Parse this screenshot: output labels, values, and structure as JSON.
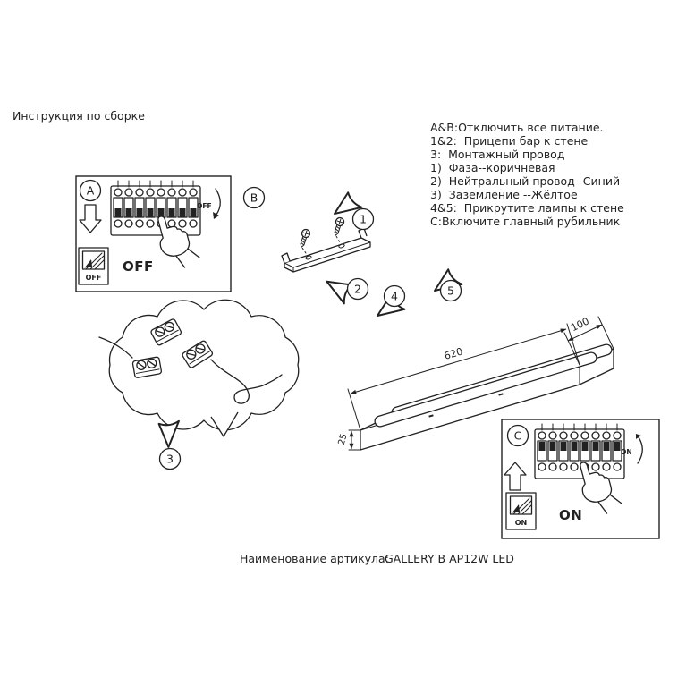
{
  "page": {
    "title": "Инструкция по сборке",
    "article_label": "Наименование артикула:",
    "article_value": "GALLERY B AP12W LED"
  },
  "instructions": [
    "A&B:Отключить все питание.",
    "1&2:  Прицепи бар к стене",
    "3:  Монтажный провод",
    "1)  Фаза--коричневая",
    "2)  Нейтральный провод--Синий",
    "3)  Заземление --Жёлтое",
    "4&5:  Прикрутите лампы к стене",
    "C:Включите главный рубильник"
  ],
  "badges": {
    "a": "A",
    "b": "B",
    "c": "C",
    "n1": "1",
    "n2": "2",
    "n3": "3",
    "n4": "4",
    "n5": "5"
  },
  "panel_off": {
    "breaker_state": "OFF",
    "switch_label": "OFF",
    "caption": "OFF"
  },
  "panel_on": {
    "breaker_state": "ON",
    "switch_label": "ON",
    "caption": "ON"
  },
  "dimensions": {
    "length_mm": "620",
    "depth_mm": "100",
    "height_mm": "25"
  },
  "colors": {
    "ink": "#222222",
    "paper": "#ffffff"
  }
}
